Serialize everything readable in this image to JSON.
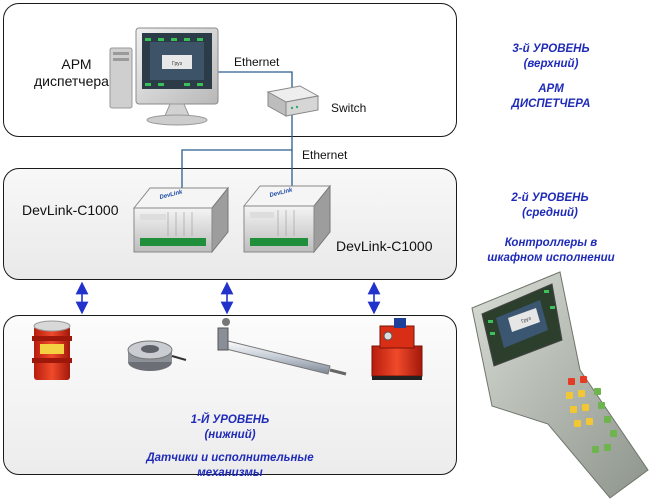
{
  "top": {
    "workstation_label_line1": "АРМ",
    "workstation_label_line2": "диспетчера",
    "ethernet_top": "Ethernet",
    "switch_label": "Switch",
    "screen_title": "Груз"
  },
  "middle": {
    "ethernet_mid": "Ethernet",
    "controller1_label": "DevLink-C1000",
    "controller2_label": "DevLink-C1000",
    "device_brand": "DevLink"
  },
  "levels": {
    "level3_title": "3-й УРОВЕНЬ",
    "level3_sub": "(верхний)",
    "level3_desc1": "АРМ",
    "level3_desc2": "ДИСПЕТЧЕРА",
    "level2_title": "2-й УРОВЕНЬ",
    "level2_sub": "(средний)",
    "level2_desc1": "Контроллеры в",
    "level2_desc2": "шкафном исполнении",
    "level1_title": "1-Й УРОВЕНЬ",
    "level1_sub": "(нижний)",
    "level1_desc1": "Датчики и исполнительные",
    "level1_desc2": "механизмы"
  },
  "panel_screen_title": "Груз",
  "colors": {
    "level_text": "#1f2bb8",
    "arrow": "#2233cc",
    "wire": "#2a5d8f"
  }
}
